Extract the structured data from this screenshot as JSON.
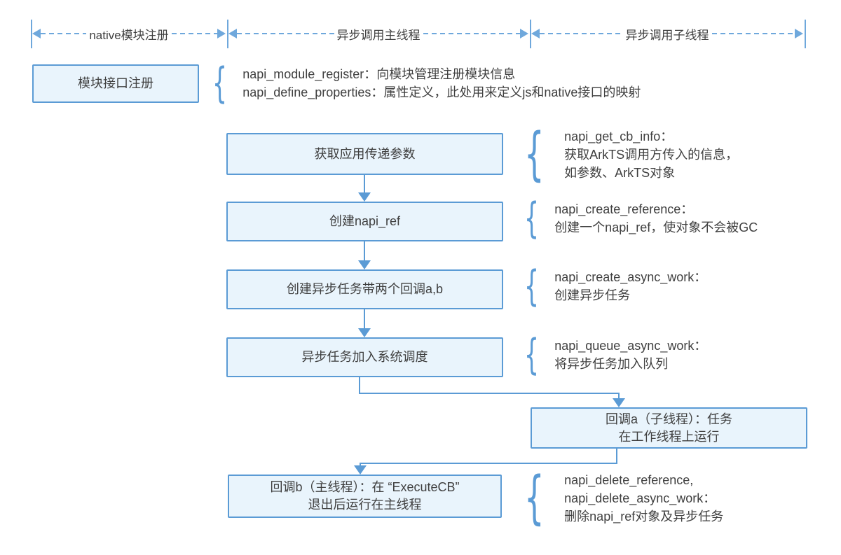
{
  "lanes": {
    "native": "native模块注册",
    "main": "异步调用主线程",
    "worker": "异步调用子线程"
  },
  "boxes": {
    "module_register": "模块接口注册",
    "get_params": "获取应用传递参数",
    "create_ref": "创建napi_ref",
    "create_async_work": "创建异步任务带两个回调a,b",
    "queue_async_work": "异步任务加入系统调度",
    "callback_a": {
      "line1": "回调a（子线程）：任务",
      "line2": "在工作线程上运行"
    },
    "callback_b": {
      "line1": "回调b（主线程）：在 “ExecuteCB”",
      "line2": "退出后运行在主线程"
    }
  },
  "annotations": {
    "module_register": [
      "napi_module_register：向模块管理注册模块信息",
      "napi_define_properties：属性定义，此处用来定义js和native接口的映射"
    ],
    "get_cb_info": [
      "napi_get_cb_info：",
      "获取ArkTS调用方传入的信息，",
      "如参数、ArkTS对象"
    ],
    "create_reference": [
      "napi_create_reference：",
      "创建一个napi_ref，使对象不会被GC"
    ],
    "create_async_work": [
      "napi_create_async_work：",
      "创建异步任务"
    ],
    "queue_async_work": [
      "napi_queue_async_work：",
      "将异步任务加入队列"
    ],
    "delete_work": [
      "napi_delete_reference,",
      "napi_delete_async_work：",
      "删除napi_ref对象及异步任务"
    ]
  },
  "icons": {
    "brace": "{"
  },
  "colors": {
    "box_fill": "#e9f4fc",
    "box_border": "#5b9bd5",
    "connector": "#5b9bd5",
    "lane_line": "#6fa8dc",
    "text": "#3f3f3f"
  }
}
